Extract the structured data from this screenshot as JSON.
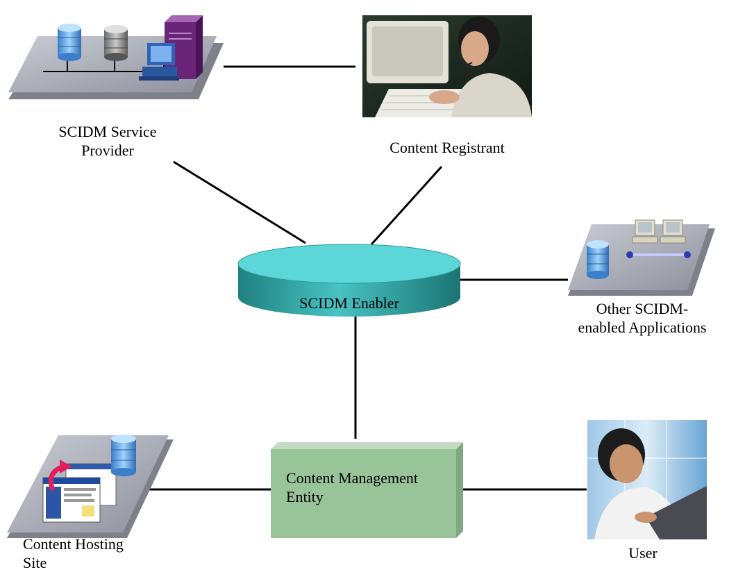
{
  "nodes": {
    "service_provider": {
      "line1": "SCIDM Service",
      "line2": "Provider"
    },
    "registrant": {
      "label": "Content Registrant"
    },
    "enabler": {
      "label": "SCIDM Enabler"
    },
    "other_apps": {
      "line1": "Other SCIDM-",
      "line2": "enabled Applications"
    },
    "management": {
      "line1": "Content Management",
      "line2": "Entity"
    },
    "hosting": {
      "line1": "Content Hosting",
      "line2": "Site"
    },
    "user": {
      "label": "User"
    }
  },
  "colors": {
    "enabler_top": "#5cd6d6",
    "enabler_side": "#2fa3a3",
    "management_face": "#99c499",
    "platform": "#a8aab4",
    "database": "#6aaee6",
    "server": "#7a2f8a",
    "connector": "#000000"
  }
}
